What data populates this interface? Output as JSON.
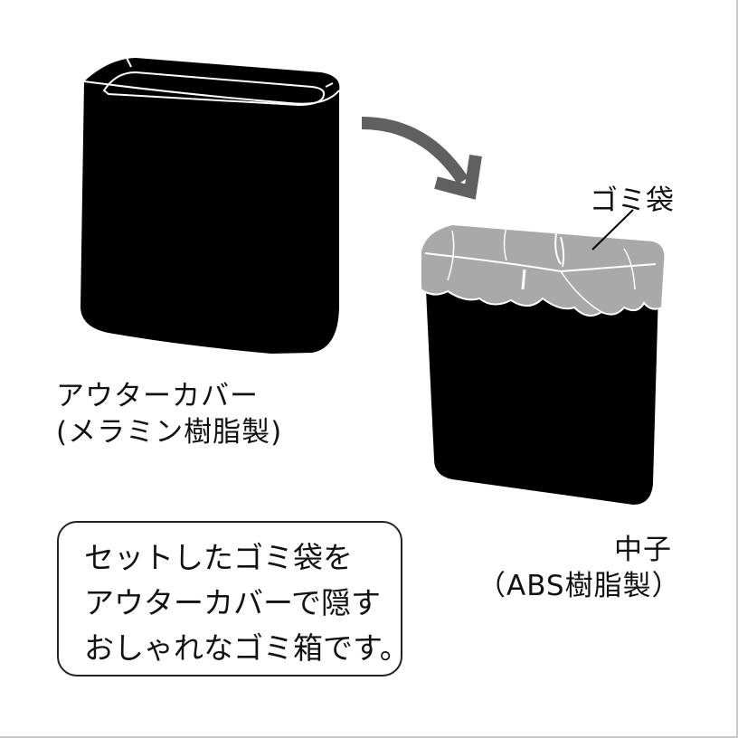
{
  "illustration": {
    "outer_cover": {
      "label_line1": "アウターカバー",
      "label_line2": "(メラミン樹脂製)",
      "color": "#000000"
    },
    "inner_bin": {
      "label_line1": "中子",
      "label_line2": "（ABS樹脂製）",
      "color": "#000000"
    },
    "trash_bag": {
      "label": "ゴミ袋",
      "color": "#a9a9a9"
    },
    "arrow": {
      "icon": "curved-arrow-down-right",
      "color": "#606060"
    }
  },
  "note": {
    "lines": [
      "セットしたゴミ袋を",
      "アウターカバーで隠す",
      "おしゃれなゴミ箱です。"
    ]
  }
}
